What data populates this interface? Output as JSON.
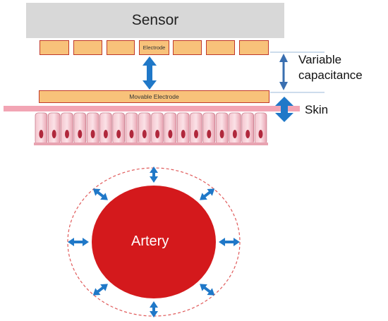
{
  "sensor": {
    "label": "Sensor"
  },
  "electrode": {
    "label": "Electrode"
  },
  "movable_electrode": {
    "label": "Movable Electrode"
  },
  "variable_capacitance": {
    "line1": "Variable",
    "line2": "capacitance"
  },
  "skin": {
    "label": "Skin"
  },
  "artery": {
    "label": "Artery"
  },
  "colors": {
    "sensor_fill": "#d8d8d8",
    "electrode_fill": "#f8c27a",
    "electrode_border": "#c0392b",
    "arrow_blue": "#1f78c8",
    "artery_red": "#d4191c",
    "skin_pink": "#f2a5b4",
    "dashed_circle": "#e05a5a"
  }
}
